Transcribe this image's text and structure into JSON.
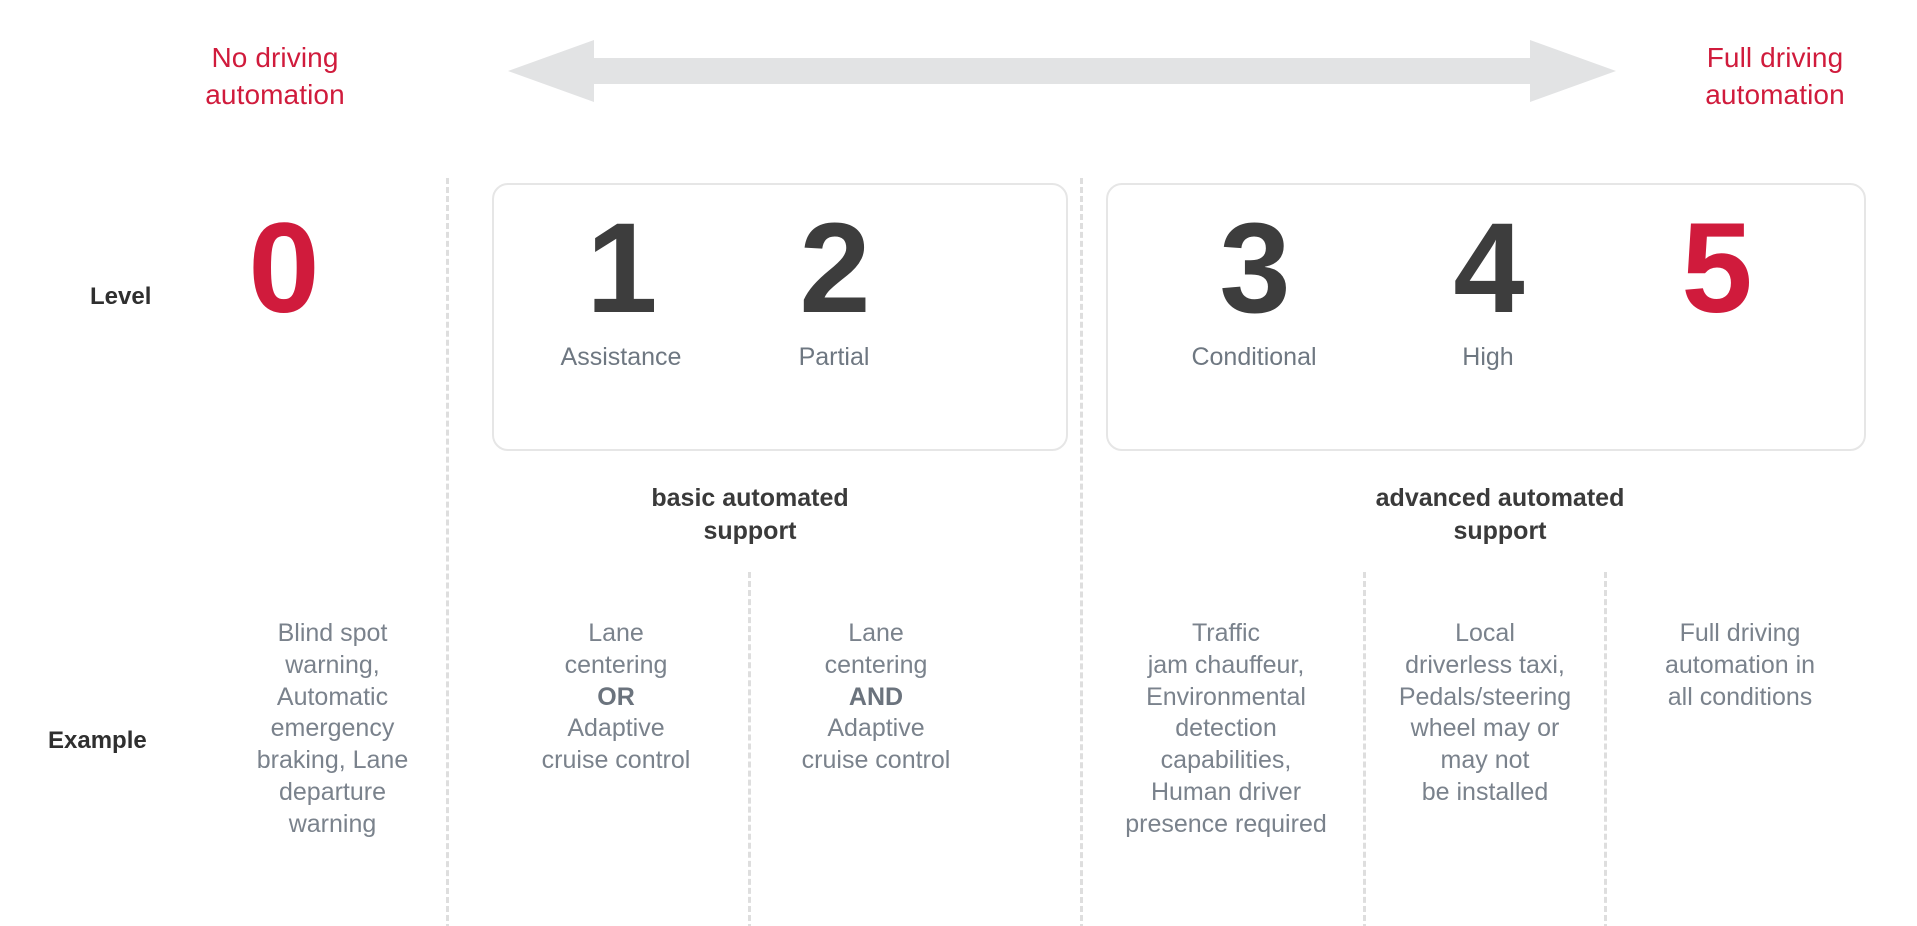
{
  "header": {
    "left_label": "No driving\nautomation",
    "right_label": "Full driving\nautomation",
    "arrow_icon": "double-headed-arrow"
  },
  "row_labels": {
    "level": "Level",
    "example": "Example"
  },
  "groups": [
    {
      "id": "basic",
      "caption": "basic automated\nsupport"
    },
    {
      "id": "advanced",
      "caption": "advanced automated\nsupport"
    }
  ],
  "levels": [
    {
      "number": "0",
      "name": "",
      "accent": true,
      "example": "Blind spot\nwarning,\nAutomatic\nemergency\nbraking, Lane\ndeparture\nwarning"
    },
    {
      "number": "1",
      "name": "Assistance",
      "accent": false,
      "example": "Lane\ncentering\nOR\nAdaptive\ncruise control",
      "emphasis": "OR"
    },
    {
      "number": "2",
      "name": "Partial",
      "accent": false,
      "example": "Lane\ncentering\nAND\nAdaptive\ncruise control",
      "emphasis": "AND"
    },
    {
      "number": "3",
      "name": "Conditional",
      "accent": false,
      "example": "Traffic\njam chauffeur,\nEnvironmental\ndetection\ncapabilities,\nHuman driver\npresence required"
    },
    {
      "number": "4",
      "name": "High",
      "accent": false,
      "example": "Local\ndriverless taxi,\nPedals/steering\nwheel may or\nmay not\nbe installed"
    },
    {
      "number": "5",
      "name": "",
      "accent": true,
      "example": "Full driving\nautomation in\nall conditions"
    }
  ],
  "colors": {
    "accent_red": "#d01b3c",
    "number_dark": "#3d3d3d",
    "body_gray": "#7a828c",
    "label_dark": "#2f2f2f",
    "arrow_gray": "#e2e3e4",
    "dash_gray": "#dedede",
    "box_border": "#e6e6e6"
  }
}
